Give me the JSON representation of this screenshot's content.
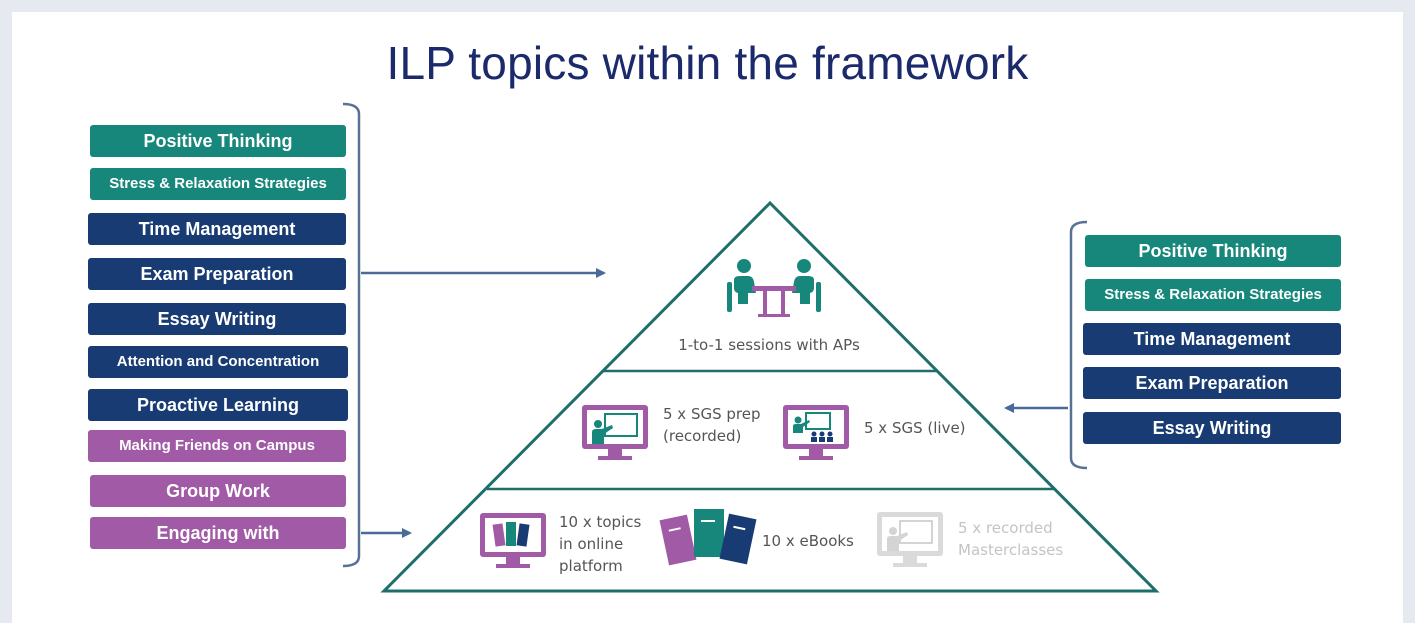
{
  "title": "ILP topics within the framework",
  "left_topics": [
    {
      "label": "Positive Thinking",
      "color": "teal"
    },
    {
      "label": "Stress & Relaxation Strategies",
      "color": "teal"
    },
    {
      "label": "Time Management",
      "color": "navy"
    },
    {
      "label": "Exam Preparation",
      "color": "navy"
    },
    {
      "label": "Essay Writing",
      "color": "navy"
    },
    {
      "label": "Attention and Concentration",
      "color": "navy"
    },
    {
      "label": "Proactive Learning",
      "color": "navy"
    },
    {
      "label": "Making Friends on Campus",
      "color": "purple"
    },
    {
      "label": "Group Work",
      "color": "purple"
    },
    {
      "label": "Engaging with",
      "color": "purple"
    }
  ],
  "right_topics": [
    {
      "label": "Positive Thinking",
      "color": "teal"
    },
    {
      "label": "Stress & Relaxation Strategies",
      "color": "teal"
    },
    {
      "label": "Time Management",
      "color": "navy"
    },
    {
      "label": "Exam Preparation",
      "color": "navy"
    },
    {
      "label": "Essay Writing",
      "color": "navy"
    }
  ],
  "pyramid": {
    "tier1_label": "1-to-1 sessions with APs",
    "tier2": {
      "sgs_prep_line1": "5 x SGS prep",
      "sgs_prep_line2": "(recorded)",
      "sgs_live": "5 x SGS (live)"
    },
    "tier3": {
      "topics_line1": "10 x topics",
      "topics_line2": "in online",
      "topics_line3": "platform",
      "ebooks": "10 x eBooks",
      "master_line1": "5 x recorded",
      "master_line2": "Masterclasses"
    }
  },
  "icons": {
    "meeting": "meeting-icon",
    "sgs_prep": "presenter-monitor-icon",
    "sgs_live": "class-monitor-icon",
    "topics": "books-monitor-icon",
    "ebooks": "ebooks-icon",
    "masterclass": "presenter-monitor-icon"
  },
  "colors": {
    "teal": "#17877b",
    "navy": "#173b72",
    "purple": "#a05aa6",
    "pyramid_line": "#1e6e6a",
    "title": "#1b2a6b",
    "arrow": "#4a6a9a"
  }
}
